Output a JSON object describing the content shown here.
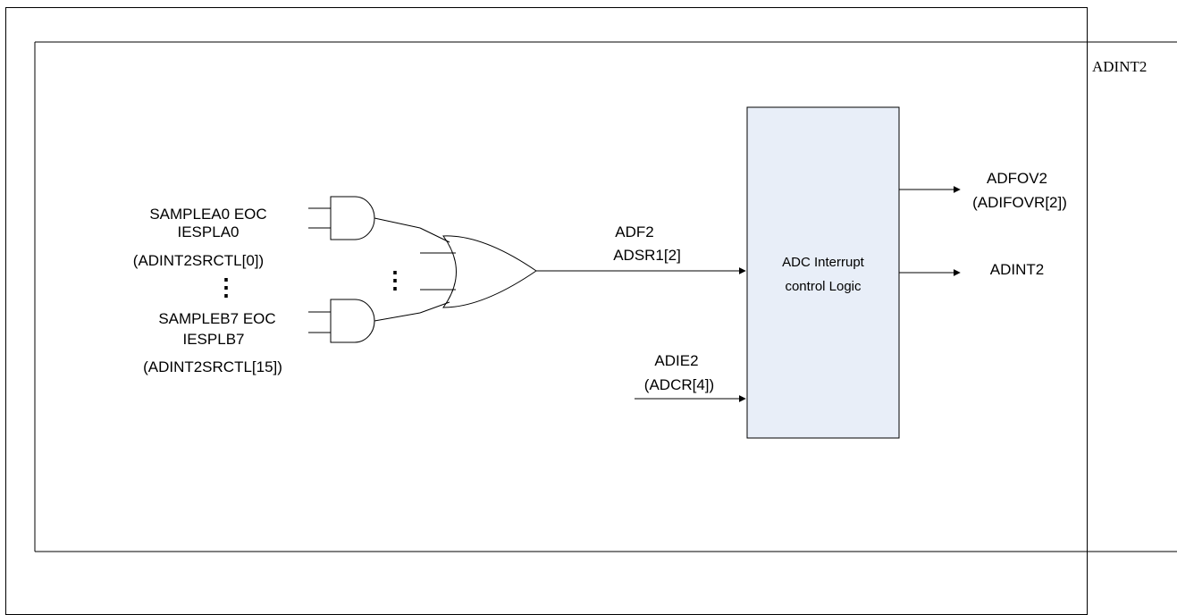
{
  "top_right_label": "ADINT2",
  "inputs": {
    "a0_line1": "SAMPLEA0 EOC",
    "a0_line2": "IESPLA0",
    "a0_line3": "(ADINT2SRCTL[0])",
    "b7_line1": "SAMPLEB7 EOC",
    "b7_line2": "IESPLB7",
    "b7_line3": "(ADINT2SRCTL[15])"
  },
  "signals": {
    "adf_line1": "ADF2",
    "adf_line2": "ADSR1[2]",
    "adie_line1": "ADIE2",
    "adie_line2": "(ADCR[4])"
  },
  "logic_block": {
    "line1": "ADC Interrupt",
    "line2": "control Logic",
    "fill": "#e8eef8"
  },
  "outputs": {
    "adfov_line1": "ADFOV2",
    "adfov_line2": "(ADIFOVR[2])",
    "adint_label": "ADINT2"
  },
  "ellipsis_symbol": "⋮"
}
